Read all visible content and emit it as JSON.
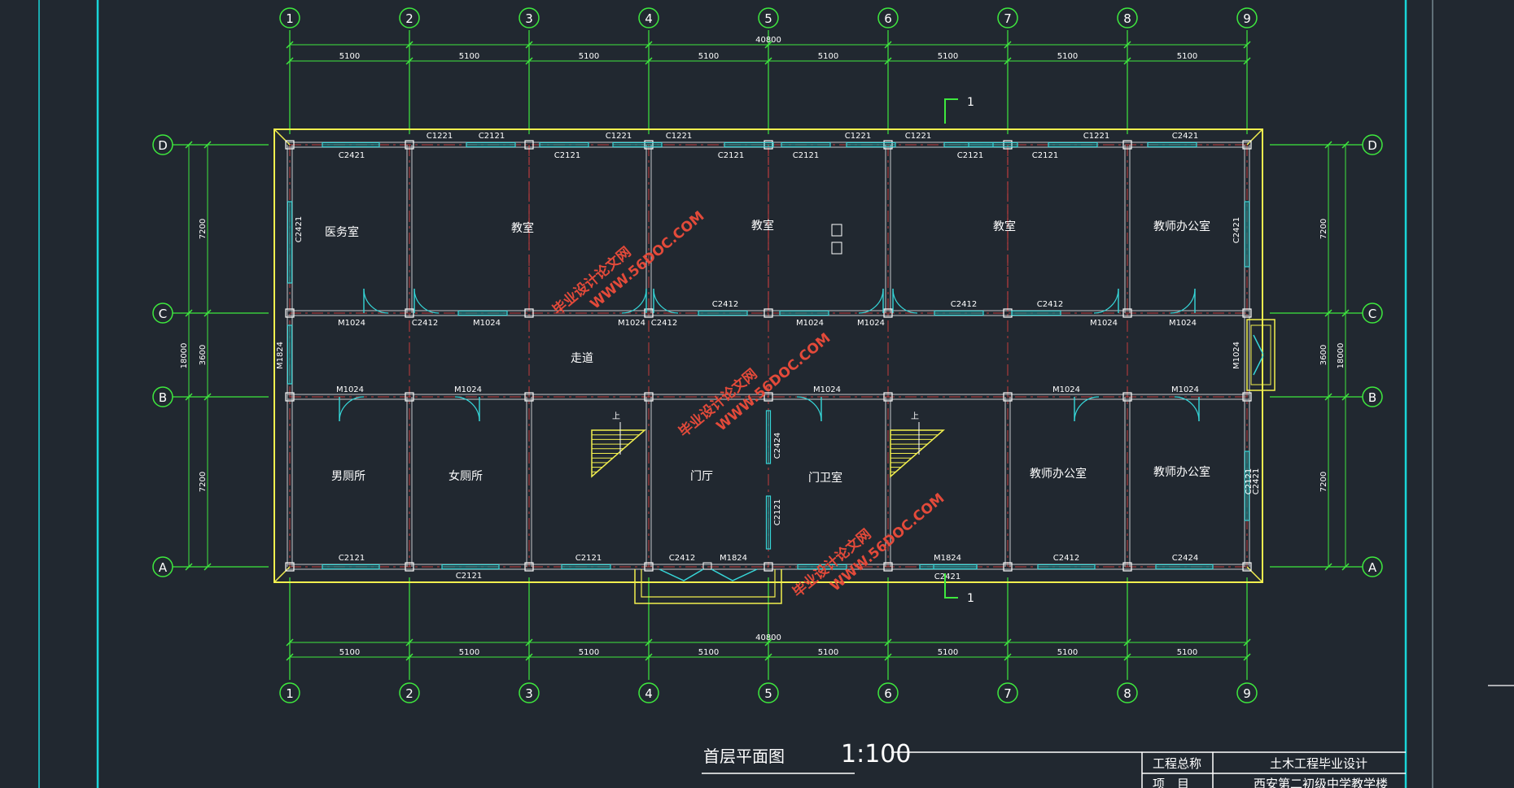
{
  "drawing": {
    "title": "首层平面图",
    "scale": "1:100",
    "colors": {
      "background": "#212830",
      "grid": "#3ee83e",
      "wall": "#f2ef4e",
      "window": "#36d6d8",
      "door": "#36d6d8",
      "frame": "#19d5d8",
      "axis_dash": "#e04040"
    },
    "grid_x_labels": [
      "1",
      "2",
      "3",
      "4",
      "5",
      "6",
      "7",
      "8",
      "9"
    ],
    "grid_y_labels": [
      "D",
      "C",
      "B",
      "A"
    ],
    "bay_widths": [
      "5100",
      "5100",
      "5100",
      "5100",
      "5100",
      "5100",
      "5100",
      "5100"
    ],
    "total_width": "40800",
    "left_dims": {
      "overall": "18000",
      "spans": [
        "7200",
        "3600",
        "7200"
      ]
    },
    "right_dims": {
      "overall": "18000",
      "spans": [
        "7200",
        "3600",
        "7200"
      ]
    },
    "section_marks": [
      "1",
      "1"
    ]
  },
  "rooms": [
    {
      "name": "医务室"
    },
    {
      "name": "教室"
    },
    {
      "name": "教室"
    },
    {
      "name": "教室"
    },
    {
      "name": "教师办公室"
    },
    {
      "name": "走道"
    },
    {
      "name": "男厕所"
    },
    {
      "name": "女厕所"
    },
    {
      "name": "门厅"
    },
    {
      "name": "门卫室"
    },
    {
      "name": "教师办公室"
    },
    {
      "name": "教师办公室"
    }
  ],
  "openings": [
    {
      "label": "C1221"
    },
    {
      "label": "C2121"
    },
    {
      "label": "C1221"
    },
    {
      "label": "C1221"
    },
    {
      "label": "C1221"
    },
    {
      "label": "C1221"
    },
    {
      "label": "C1221"
    },
    {
      "label": "C2421"
    },
    {
      "label": "C2421"
    },
    {
      "label": "C2121"
    },
    {
      "label": "C2121"
    },
    {
      "label": "C2121"
    },
    {
      "label": "C2121"
    },
    {
      "label": "C2121"
    },
    {
      "label": "C2421"
    },
    {
      "label": "C2421"
    },
    {
      "label": "C2421"
    },
    {
      "label": "M1824"
    },
    {
      "label": "M1024"
    },
    {
      "label": "M1024"
    },
    {
      "label": "C2412"
    },
    {
      "label": "M1024"
    },
    {
      "label": "M1024"
    },
    {
      "label": "C2412"
    },
    {
      "label": "C2412"
    },
    {
      "label": "M1024"
    },
    {
      "label": "M1024"
    },
    {
      "label": "C2412"
    },
    {
      "label": "C2412"
    },
    {
      "label": "M1024"
    },
    {
      "label": "M1024"
    },
    {
      "label": "M1024"
    },
    {
      "label": "M1024"
    },
    {
      "label": "M1024"
    },
    {
      "label": "M1024"
    },
    {
      "label": "M1024"
    },
    {
      "label": "C2121"
    },
    {
      "label": "C2121"
    },
    {
      "label": "C2121"
    },
    {
      "label": "C2412"
    },
    {
      "label": "M1824"
    },
    {
      "label": "M1824"
    },
    {
      "label": "C2412"
    },
    {
      "label": "C2424"
    },
    {
      "label": "C2424"
    },
    {
      "label": "C2121"
    },
    {
      "label": "C2121"
    },
    {
      "label": "C2421"
    },
    {
      "label": "C2412"
    }
  ],
  "stairs": {
    "up_label": "上"
  },
  "watermarks": [
    {
      "site": "WWW.56DOC.COM",
      "name": "毕业设计论文网"
    },
    {
      "site": "WWW.56DOC.COM",
      "name": "毕业设计论文网"
    },
    {
      "site": "WWW.56DOC.COM",
      "name": "毕业设计论文网"
    }
  ],
  "title_block": {
    "row1_label": "工程总称",
    "row1_value": "土木工程毕业设计",
    "row2_label": "项　目",
    "row2_value": "西安第二初级中学教学楼"
  }
}
